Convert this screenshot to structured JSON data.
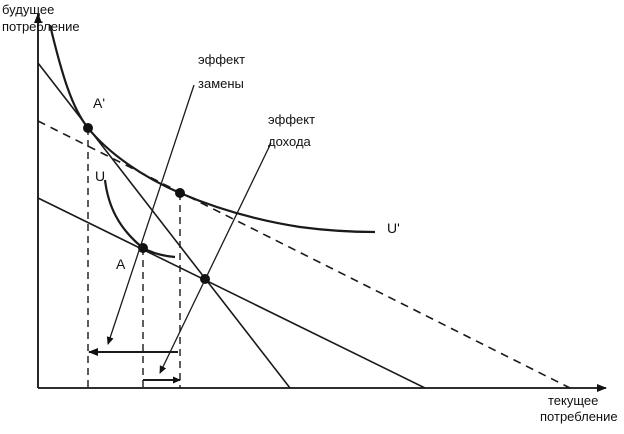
{
  "axes": {
    "y_label": [
      "будущее",
      "потребление"
    ],
    "x_label": [
      "текущее",
      "потребление"
    ]
  },
  "annotations": {
    "substitution": [
      "эффект",
      "замены"
    ],
    "income": [
      "эффект",
      "дохода"
    ]
  },
  "points": {
    "a_prime": "A'",
    "a": "A"
  },
  "curves": {
    "u_prime": "U'",
    "u": "U"
  }
}
